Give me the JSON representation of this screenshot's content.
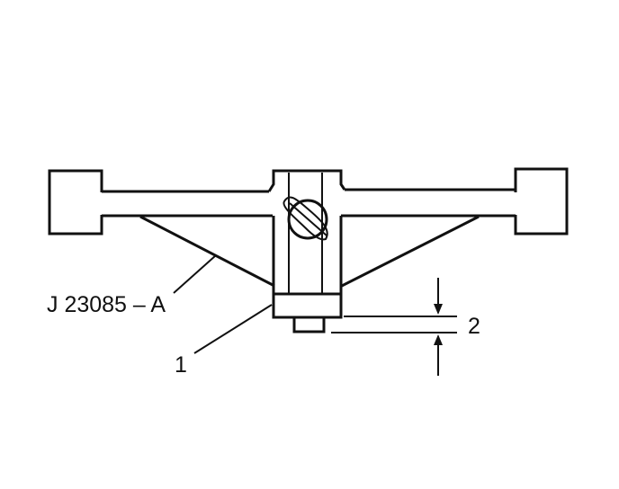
{
  "labels": {
    "tool": "J 23085 – A",
    "callout_1": "1",
    "callout_2": "2"
  },
  "colors": {
    "ink": "#111111",
    "background": "#ffffff"
  }
}
